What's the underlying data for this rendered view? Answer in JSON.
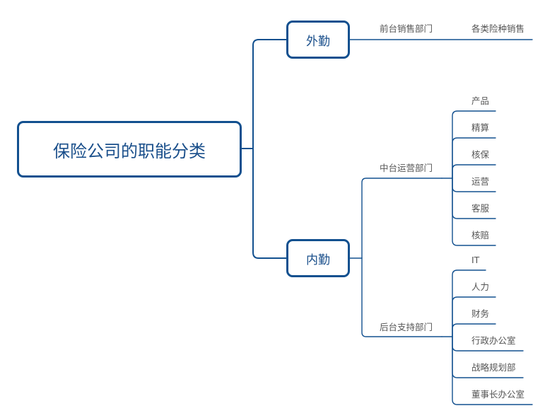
{
  "root": "保险公司的职能分类",
  "outside": {
    "label": "外勤",
    "department": "前台销售部门",
    "items": [
      "各类险种销售"
    ]
  },
  "inside": {
    "label": "内勤",
    "groups": [
      {
        "department": "中台运营部门",
        "items": [
          "产品",
          "精算",
          "核保",
          "运营",
          "客服",
          "核赔"
        ]
      },
      {
        "department": "后台支持部门",
        "items": [
          "IT",
          "人力",
          "财务",
          "行政办公室",
          "战略规划部",
          "董事长办公室"
        ]
      }
    ]
  },
  "colors": {
    "connector": "#12508f",
    "box_border": "#12508f",
    "box_text": "#1a4f8b",
    "label_text": "#555555"
  }
}
